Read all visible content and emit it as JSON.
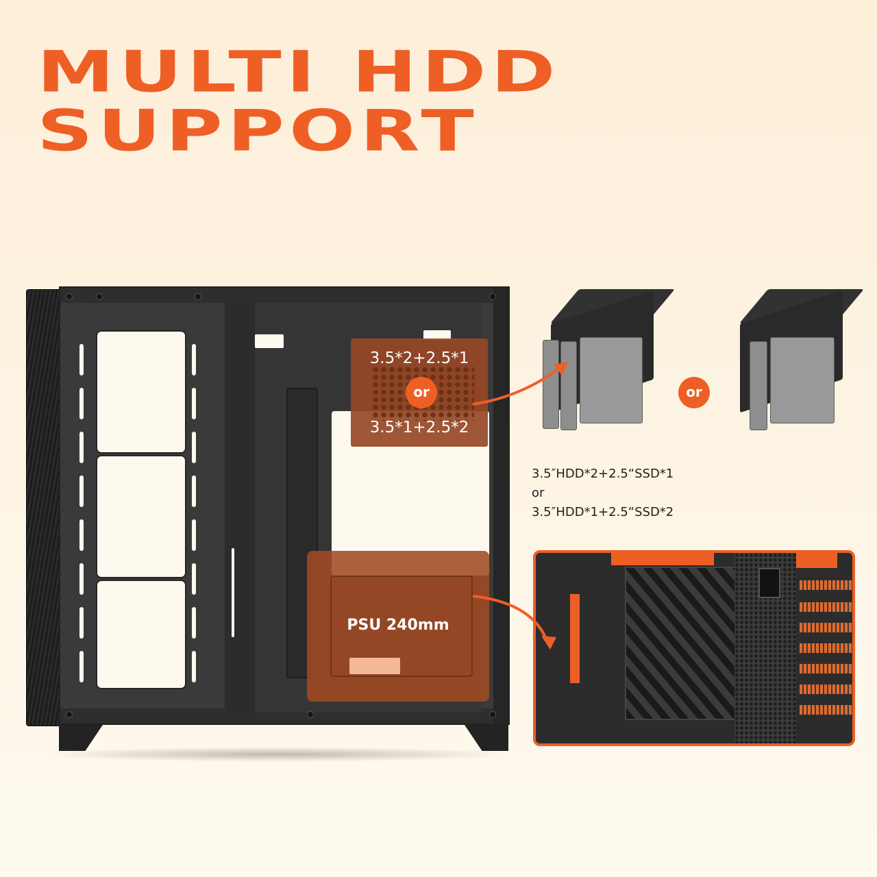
{
  "headline": {
    "line1": "MULTI HDD",
    "line2": "SUPPORT",
    "color": "#ee5f26"
  },
  "hdd_overlay": {
    "option1": "3.5*2+2.5*1",
    "or_label": "or",
    "option2": "3.5*1+2.5*2"
  },
  "hdd_cages": {
    "or_label": "or"
  },
  "spec": {
    "line1": "3.5″HDD*2+2.5“SSD*1",
    "line2": "or",
    "line3": "3.5″HDD*1+2.5“SSD*2"
  },
  "psu_overlay": {
    "label": "PSU 240mm"
  },
  "colors": {
    "accent": "#ee5f26",
    "overlay_brown": "#96482a",
    "background": "#fdf3e2",
    "case_black": "#2c2c2c"
  }
}
